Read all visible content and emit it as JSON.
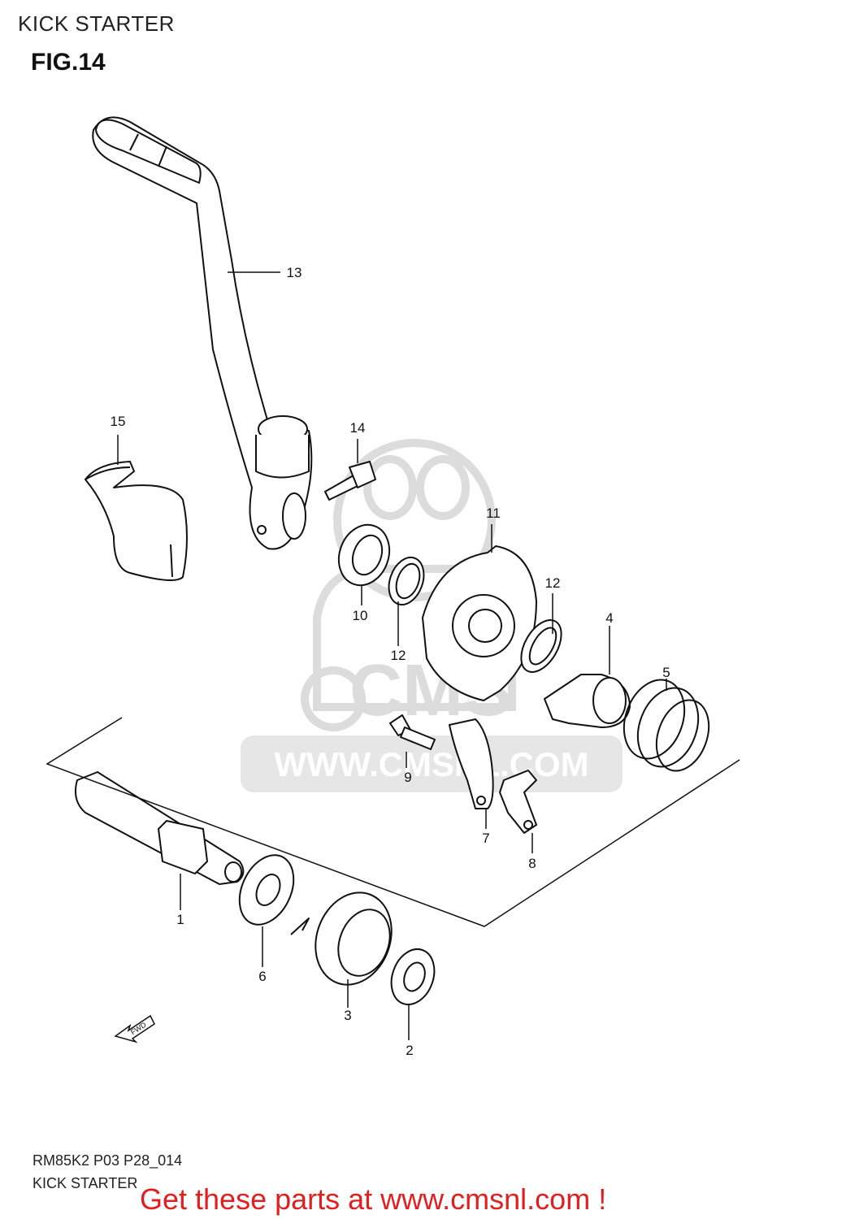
{
  "header": {
    "title": "KICK STARTER",
    "figure": "FIG.14"
  },
  "watermark": {
    "text": "WWW.CMSNL.COM",
    "logo_text": "CMS",
    "color": "#d8d8d8"
  },
  "callouts": [
    "1",
    "2",
    "3",
    "4",
    "5",
    "6",
    "7",
    "8",
    "9",
    "10",
    "11",
    "12",
    "12",
    "13",
    "14",
    "15"
  ],
  "direction_badge": "FWD",
  "footer": {
    "code": "RM85K2 P03 P28_014",
    "name": "KICK STARTER"
  },
  "promo": {
    "text": "Get these parts at www.cmsnl.com !",
    "color": "#e02020"
  }
}
